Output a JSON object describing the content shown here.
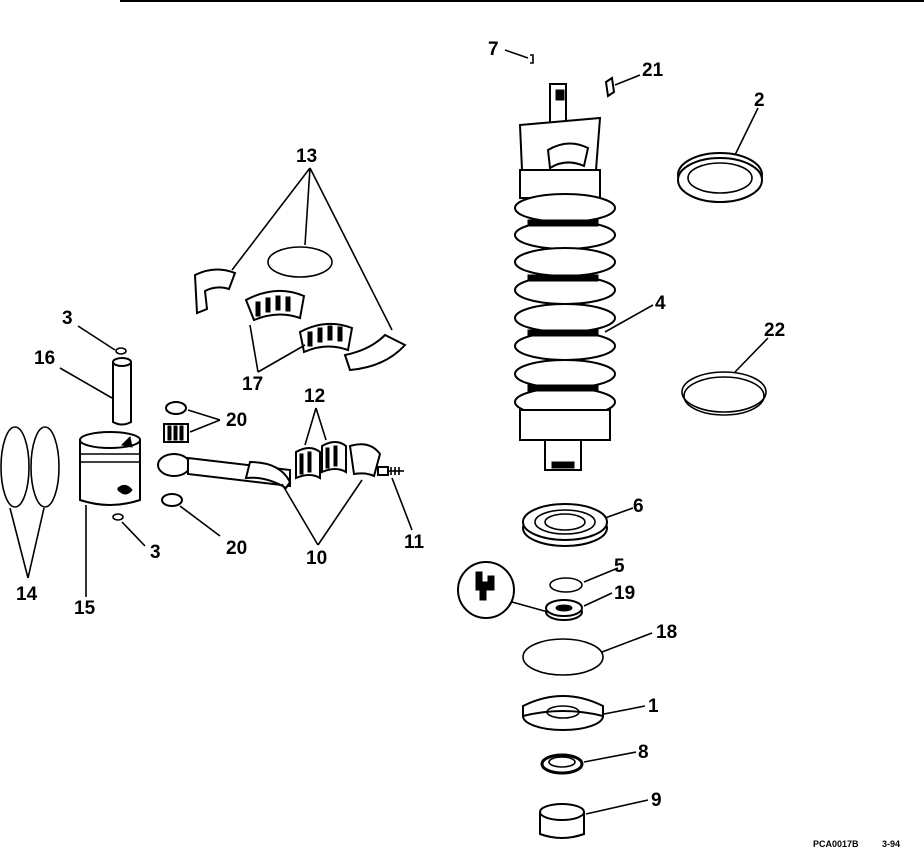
{
  "callouts": {
    "c1": "1",
    "c2": "2",
    "c3a": "3",
    "c3b": "3",
    "c4": "4",
    "c5": "5",
    "c6": "6",
    "c7": "7",
    "c8": "8",
    "c9": "9",
    "c10": "10",
    "c11": "11",
    "c12": "12",
    "c13": "13",
    "c14": "14",
    "c15": "15",
    "c16": "16",
    "c17": "17",
    "c18": "18",
    "c19": "19",
    "c20a": "20",
    "c20b": "20",
    "c21": "21",
    "c22": "22"
  },
  "footer": {
    "code": "PCA0017B",
    "date": "3-94"
  },
  "colors": {
    "ink": "#000000",
    "paper": "#ffffff"
  },
  "icons": {
    "lube_symbol": "grease-can-icon"
  }
}
